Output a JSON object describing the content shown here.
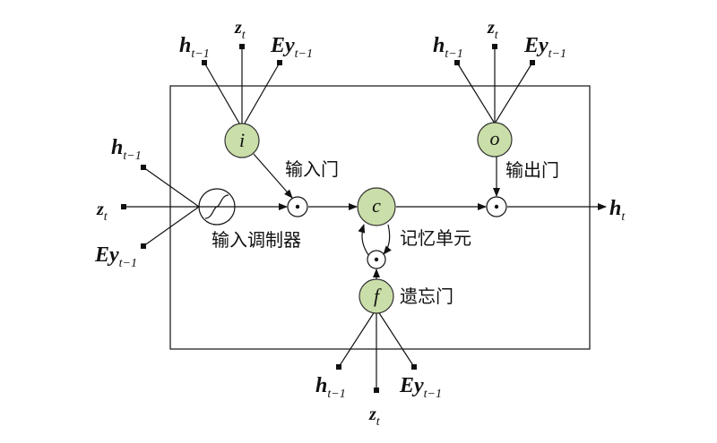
{
  "labels": {
    "h": "h",
    "h_sub": "t−1",
    "h_out_sub": "t",
    "z": "z",
    "z_sub": "t",
    "Ey": "Ey",
    "Ey_sub": "t−1"
  },
  "gates": {
    "input": "i",
    "output": "o",
    "cell": "c",
    "forget": "f"
  },
  "cn_labels": {
    "input_gate": "输入门",
    "output_gate": "输出门",
    "input_modulator": "输入调制器",
    "memory_cell": "记忆单元",
    "forget_gate": "遗忘门"
  },
  "colors": {
    "gate_fill": "#c9dea8",
    "stroke": "#111111"
  }
}
